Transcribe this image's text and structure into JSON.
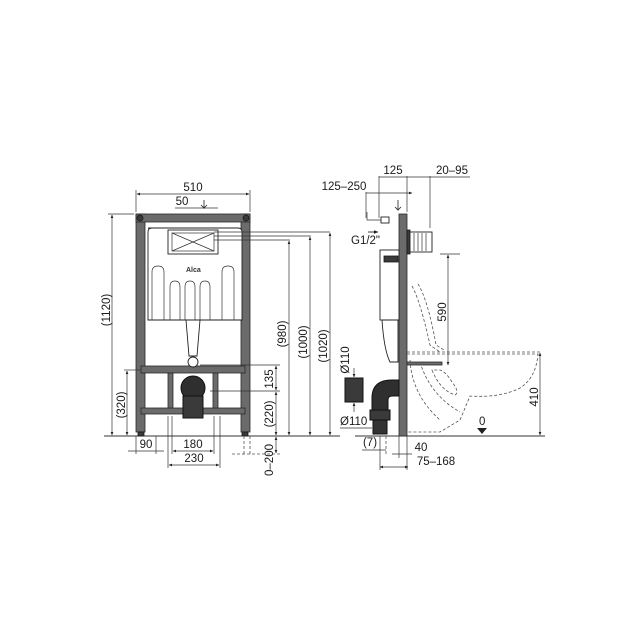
{
  "front_view": {
    "brand_logo": "Alca",
    "dimensions": {
      "overall_width": "510",
      "offset_top": "50",
      "overall_height": "(1120)",
      "height_980": "(980)",
      "height_1000": "(1000)",
      "height_1020": "(1020)",
      "drain_height": "(320)",
      "gap_135": "135",
      "height_220": "(220)",
      "foot_adjust": "0–200",
      "foot_offset": "90",
      "bolt_spacing": "180",
      "outlet_width": "230"
    }
  },
  "side_view": {
    "dimensions": {
      "depth_125_250": "125–250",
      "depth_125": "125",
      "button_20_95": "20–95",
      "water_connection": "G1/2\"",
      "height_590": "590",
      "pipe_diameter_top": "Ø110",
      "pipe_diameter_bottom": "Ø110",
      "bowl_height": "410",
      "floor_level": "0",
      "offset_7": "(7)",
      "depth_40": "40",
      "depth_75_168": "75–168"
    }
  }
}
